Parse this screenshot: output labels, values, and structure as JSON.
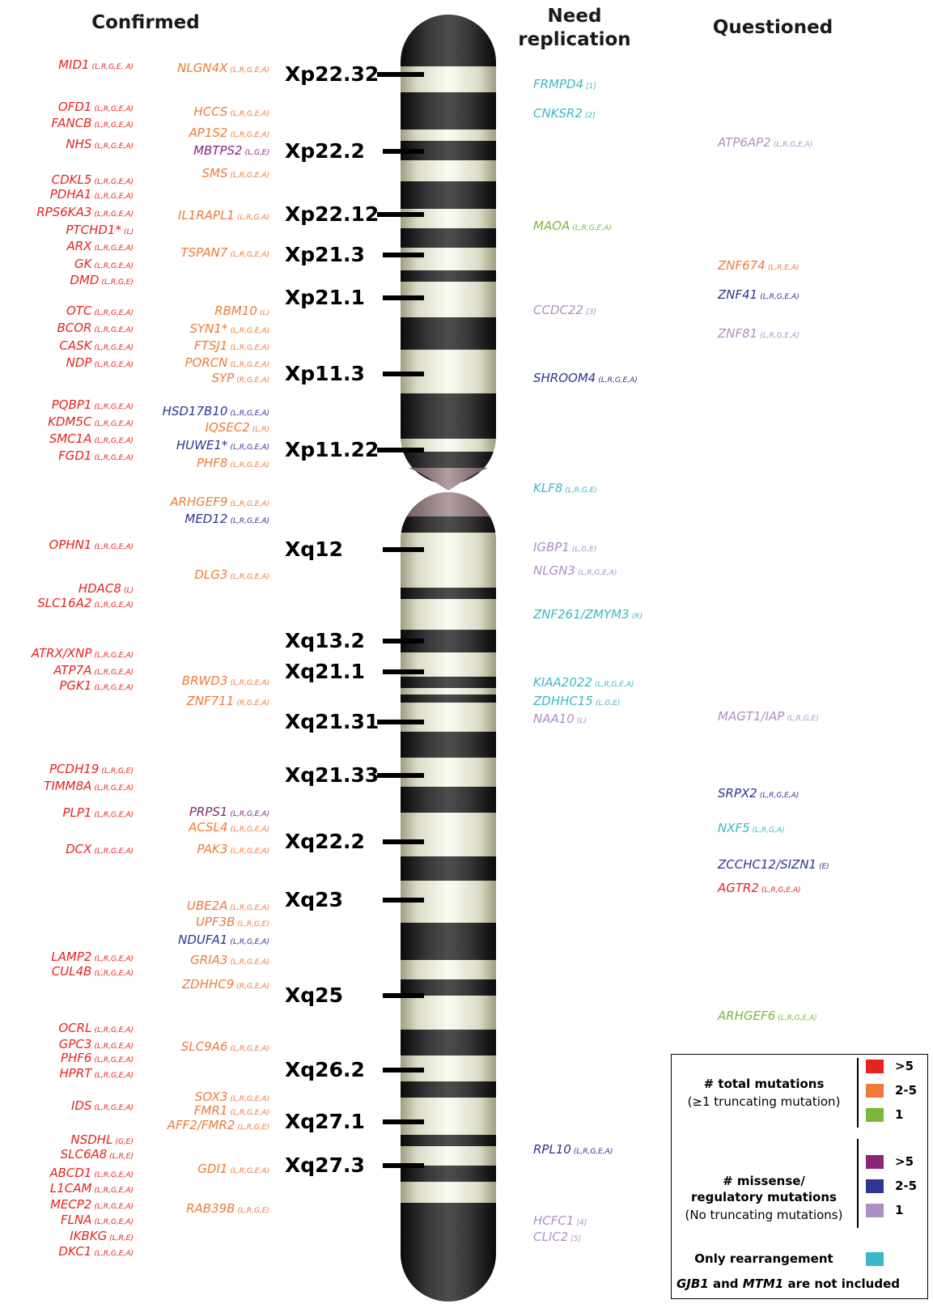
{
  "headers": {
    "confirmed": "Confirmed",
    "need_replication_1": "Need",
    "need_replication_2": "replication",
    "questioned": "Questioned"
  },
  "colors": {
    "red": "#e8231f",
    "orange": "#f07a3a",
    "green": "#79b83b",
    "dark_purple": "#8b2578",
    "dark_blue": "#2e3592",
    "light_purple": "#ad8fc7",
    "cyan": "#3bb8c9"
  },
  "bands": [
    "Xp22.32",
    "Xp22.2",
    "Xp22.12",
    "Xp21.3",
    "Xp21.1",
    "Xp11.3",
    "Xp11.22",
    "Xq12",
    "Xq13.2",
    "Xq21.1",
    "Xq21.31",
    "Xq21.33",
    "Xq22.2",
    "Xq23",
    "Xq25",
    "Xq26.2",
    "Xq27.1",
    "Xq27.3"
  ],
  "confirmed_col1": [
    {
      "name": "MID1",
      "tag": "(L,R,G,E, A)",
      "color": "red"
    },
    {
      "name": "OFD1",
      "tag": "(L,R,G,E,A)",
      "color": "red"
    },
    {
      "name": "FANCB",
      "tag": "(L,R,G,E,A)",
      "color": "red"
    },
    {
      "name": "NHS",
      "tag": "(L,R,G,E,A)",
      "color": "red"
    },
    {
      "name": "CDKL5",
      "tag": "(L,R,G,E,A)",
      "color": "red"
    },
    {
      "name": "PDHA1",
      "tag": "(L,R,G,E,A)",
      "color": "red"
    },
    {
      "name": "RPS6KA3",
      "tag": "(L,R,G,E,A)",
      "color": "red"
    },
    {
      "name": "PTCHD1*",
      "tag": "(L)",
      "color": "red"
    },
    {
      "name": "ARX",
      "tag": "(L,R,G,E,A)",
      "color": "red"
    },
    {
      "name": "GK",
      "tag": "(L,R,G,E,A)",
      "color": "red"
    },
    {
      "name": "DMD",
      "tag": "(L,R,G,E)",
      "color": "red"
    },
    {
      "name": "OTC",
      "tag": "(L,R,G,E,A)",
      "color": "red"
    },
    {
      "name": "BCOR",
      "tag": "(L,R,G,E,A)",
      "color": "red"
    },
    {
      "name": "CASK",
      "tag": "(L,R,G,E,A)",
      "color": "red"
    },
    {
      "name": "NDP",
      "tag": "(L,R,G,E,A)",
      "color": "red"
    },
    {
      "name": "PQBP1",
      "tag": "(L,R,G,E,A)",
      "color": "red"
    },
    {
      "name": "KDM5C",
      "tag": "(L,R,G,E,A)",
      "color": "red"
    },
    {
      "name": "SMC1A",
      "tag": "(L,R,G,E,A)",
      "color": "red"
    },
    {
      "name": "FGD1",
      "tag": "(L,R,G,E,A)",
      "color": "red"
    },
    {
      "name": "OPHN1",
      "tag": "(L,R,G,E,A)",
      "color": "red"
    },
    {
      "name": "HDAC8",
      "tag": "(L)",
      "color": "red"
    },
    {
      "name": "SLC16A2",
      "tag": "(L,R,G,E,A)",
      "color": "red"
    },
    {
      "name": "ATRX/XNP",
      "tag": "(L,R,G,E,A)",
      "color": "red"
    },
    {
      "name": "ATP7A",
      "tag": "(L,R,G,E,A)",
      "color": "red"
    },
    {
      "name": "PGK1",
      "tag": "(L,R,G,E,A)",
      "color": "red"
    },
    {
      "name": "PCDH19",
      "tag": "(L,R,G,E)",
      "color": "red"
    },
    {
      "name": "TIMM8A",
      "tag": "(L,R,G,E,A)",
      "color": "red"
    },
    {
      "name": "PLP1",
      "tag": "(L,R,G,E,A)",
      "color": "red"
    },
    {
      "name": "DCX",
      "tag": "(L,R,G,E,A)",
      "color": "red"
    },
    {
      "name": "LAMP2",
      "tag": "(L,R,G,E,A)",
      "color": "red"
    },
    {
      "name": "CUL4B",
      "tag": "(L,R,G,E,A)",
      "color": "red"
    },
    {
      "name": "OCRL",
      "tag": "(L,R,G,E,A)",
      "color": "red"
    },
    {
      "name": "GPC3",
      "tag": "(L,R,G,E,A)",
      "color": "red"
    },
    {
      "name": "PHF6",
      "tag": "(L,R,G,E,A)",
      "color": "red"
    },
    {
      "name": "HPRT",
      "tag": "(L,R,G,E,A)",
      "color": "red"
    },
    {
      "name": "IDS",
      "tag": "(L,R,G,E,A)",
      "color": "red"
    },
    {
      "name": "NSDHL",
      "tag": "(G,E)",
      "color": "red"
    },
    {
      "name": "SLC6A8",
      "tag": "(L,R,E)",
      "color": "red"
    },
    {
      "name": "ABCD1",
      "tag": "(L,R,G,E,A)",
      "color": "red"
    },
    {
      "name": "L1CAM",
      "tag": "(L,R,G,E,A)",
      "color": "red"
    },
    {
      "name": "MECP2",
      "tag": "(L,R,G,E,A)",
      "color": "red"
    },
    {
      "name": "FLNA",
      "tag": "(L,R,G,E,A)",
      "color": "red"
    },
    {
      "name": "IKBKG",
      "tag": "(L,R,E)",
      "color": "red"
    },
    {
      "name": "DKC1",
      "tag": "(L,R,G,E,A)",
      "color": "red"
    }
  ],
  "confirmed_col2": [
    {
      "name": "NLGN4X",
      "tag": "(L,R,G,E,A)",
      "color": "orange"
    },
    {
      "name": "HCCS",
      "tag": "(L,R,G,E,A)",
      "color": "orange"
    },
    {
      "name": "AP1S2",
      "tag": "(L,R,G,E,A)",
      "color": "orange"
    },
    {
      "name": "MBTPS2",
      "tag": "(L,G,E)",
      "color": "dark_purple"
    },
    {
      "name": "SMS",
      "tag": "(L,R,G,E,A)",
      "color": "orange"
    },
    {
      "name": "IL1RAPL1",
      "tag": "(L,R,G,A)",
      "color": "orange"
    },
    {
      "name": "TSPAN7",
      "tag": "(L,R,G,E,A)",
      "color": "orange"
    },
    {
      "name": "RBM10",
      "tag": "(L)",
      "color": "orange"
    },
    {
      "name": "SYN1*",
      "tag": "(L,R,G,E,A)",
      "color": "orange"
    },
    {
      "name": "FTSJ1",
      "tag": "(L,R,G,E,A)",
      "color": "orange"
    },
    {
      "name": "PORCN",
      "tag": "(L,R,G,E,A)",
      "color": "orange"
    },
    {
      "name": "SYP",
      "tag": "(R,G,E,A)",
      "color": "orange"
    },
    {
      "name": "HSD17B10",
      "tag": "(L,R,G,E,A)",
      "color": "dark_blue"
    },
    {
      "name": "IQSEC2",
      "tag": "(L,R)",
      "color": "orange"
    },
    {
      "name": "HUWE1*",
      "tag": "(L,R,G,E,A)",
      "color": "dark_blue"
    },
    {
      "name": "PHF8",
      "tag": "(L,R,G,E,A)",
      "color": "orange"
    },
    {
      "name": "ARHGEF9",
      "tag": "(L,R,G,E,A)",
      "color": "orange"
    },
    {
      "name": "MED12",
      "tag": "(L,R,G,E,A)",
      "color": "dark_blue"
    },
    {
      "name": "DLG3",
      "tag": "(L,R,G,E,A)",
      "color": "orange"
    },
    {
      "name": "BRWD3",
      "tag": "(L,R,G,E,A)",
      "color": "orange"
    },
    {
      "name": "ZNF711",
      "tag": "(R,G,E,A)",
      "color": "orange"
    },
    {
      "name": "PRPS1",
      "tag": "(L,R,G,E,A)",
      "color": "dark_purple"
    },
    {
      "name": "ACSL4",
      "tag": "(L,R,G,E,A)",
      "color": "orange"
    },
    {
      "name": "PAK3",
      "tag": "(L,R,G,E,A)",
      "color": "orange"
    },
    {
      "name": "UBE2A",
      "tag": "(L,R,G,E,A)",
      "color": "orange"
    },
    {
      "name": "UPF3B",
      "tag": "(L,R,G,E)",
      "color": "orange"
    },
    {
      "name": "NDUFA1",
      "tag": "(L,R,G,E,A)",
      "color": "dark_blue"
    },
    {
      "name": "GRIA3",
      "tag": "(L,R,G,E,A)",
      "color": "orange"
    },
    {
      "name": "ZDHHC9",
      "tag": "(R,G,E,A)",
      "color": "orange"
    },
    {
      "name": "SLC9A6",
      "tag": "(L,R,G,E,A)",
      "color": "orange"
    },
    {
      "name": "SOX3",
      "tag": "(L,R,G,E,A)",
      "color": "orange"
    },
    {
      "name": "FMR1",
      "tag": "(L,R,G,E,A)",
      "color": "orange"
    },
    {
      "name": "AFF2/FMR2",
      "tag": "(L,R,G,E)",
      "color": "orange"
    },
    {
      "name": "GDI1",
      "tag": "(L,R,G,E,A)",
      "color": "orange"
    },
    {
      "name": "RAB39B",
      "tag": "(L,R,G,E)",
      "color": "orange"
    }
  ],
  "need_replication": [
    {
      "name": "FRMPD4",
      "tag": "[1]",
      "color": "cyan"
    },
    {
      "name": "CNKSR2",
      "tag": "[2]",
      "color": "cyan"
    },
    {
      "name": "MAOA",
      "tag": "(L,R,G,E,A)",
      "color": "green"
    },
    {
      "name": "CCDC22",
      "tag": "[3]",
      "color": "light_purple"
    },
    {
      "name": "SHROOM4",
      "tag": "(L,R,G,E,A)",
      "color": "dark_blue"
    },
    {
      "name": "KLF8",
      "tag": "(L,R,G,E)",
      "color": "cyan"
    },
    {
      "name": "IGBP1",
      "tag": "(L,G,E)",
      "color": "light_purple"
    },
    {
      "name": "NLGN3",
      "tag": "(L,R,G,E,A)",
      "color": "light_purple"
    },
    {
      "name": "ZNF261/ZMYM3",
      "tag": "(R)",
      "color": "cyan"
    },
    {
      "name": "KIAA2022",
      "tag": "(L,R,G,E,A)",
      "color": "cyan"
    },
    {
      "name": "ZDHHC15",
      "tag": "(L,G,E)",
      "color": "cyan"
    },
    {
      "name": "NAA10",
      "tag": "(L)",
      "color": "light_purple"
    },
    {
      "name": "RPL10",
      "tag": "(L,R,G,E,A)",
      "color": "dark_blue"
    },
    {
      "name": "HCFC1",
      "tag": "[4]",
      "color": "light_purple"
    },
    {
      "name": "CLIC2",
      "tag": "[5]",
      "color": "light_purple"
    }
  ],
  "questioned": [
    {
      "name": "ATP6AP2",
      "tag": "(L,R,G,E,A)",
      "color": "light_purple"
    },
    {
      "name": "ZNF674",
      "tag": "(L,R,E,A)",
      "color": "orange"
    },
    {
      "name": "ZNF41",
      "tag": "(L,R,G,E,A)",
      "color": "dark_blue"
    },
    {
      "name": "ZNF81",
      "tag": "(L,R,G,E,A)",
      "color": "light_purple"
    },
    {
      "name": "MAGT1/IAP",
      "tag": "(L,R,G,E)",
      "color": "light_purple"
    },
    {
      "name": "SRPX2",
      "tag": "(L,R,G,E,A)",
      "color": "dark_blue"
    },
    {
      "name": "NXF5",
      "tag": "(L,R,G,A)",
      "color": "cyan"
    },
    {
      "name": "ZCCHC12/SIZN1",
      "tag": "(E)",
      "color": "dark_blue"
    },
    {
      "name": "AGTR2",
      "tag": "(L,R,G,E,A)",
      "color": "red"
    },
    {
      "name": "ARHGEF6",
      "tag": "(L,R,G,E,A)",
      "color": "green"
    }
  ],
  "legend": {
    "total_title": "# total mutations",
    "total_sub": "(≥1 truncating mutation)",
    "total_items": [
      {
        "label": ">5",
        "color": "red"
      },
      {
        "label": "2-5",
        "color": "orange"
      },
      {
        "label": "1",
        "color": "green"
      }
    ],
    "missense_title_1": "# missense/",
    "missense_title_2": "regulatory mutations",
    "missense_sub": "(No truncating mutations)",
    "missense_items": [
      {
        "label": ">5",
        "color": "dark_purple"
      },
      {
        "label": "2-5",
        "color": "dark_blue"
      },
      {
        "label": "1",
        "color": "light_purple"
      }
    ],
    "rearr_label": "Only rearrangement",
    "rearr_color": "cyan",
    "footnote_gene1": "GJB1",
    "footnote_and": " and ",
    "footnote_gene2": "MTM1",
    "footnote_rest": " are not included"
  }
}
